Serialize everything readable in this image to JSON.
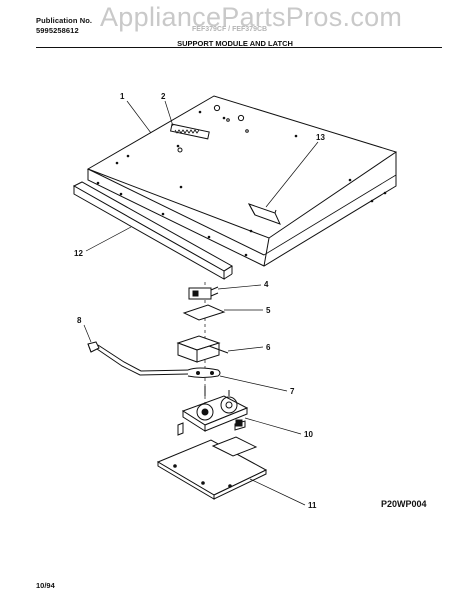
{
  "header": {
    "publication_label": "Publication No.",
    "publication_number": "5995258612",
    "model_numbers": "FEF379CF / FEF379CB",
    "watermark": "AppliancePartsPros.com"
  },
  "title": "SUPPORT MODULE AND LATCH",
  "callouts": [
    "1",
    "2",
    "13",
    "12",
    "4",
    "5",
    "8",
    "6",
    "7",
    "10",
    "11"
  ],
  "diagram_code": "P20WP004",
  "date": "10/94"
}
